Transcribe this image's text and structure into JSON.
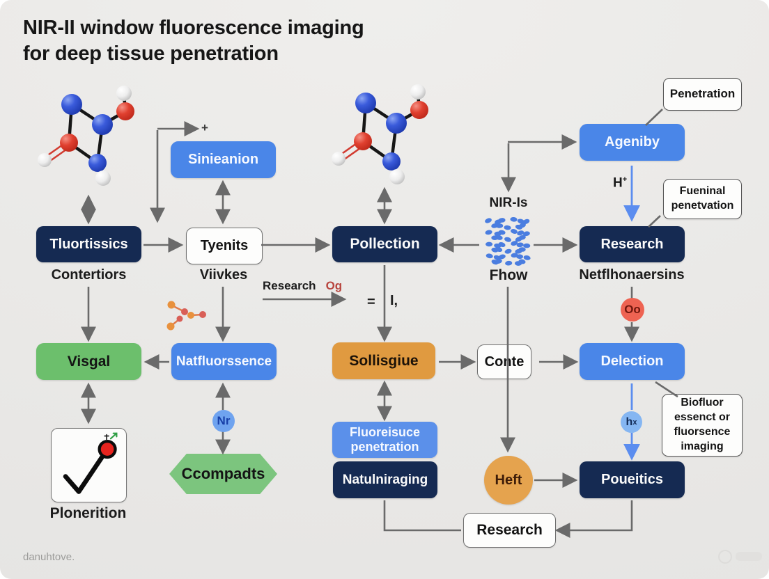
{
  "title": {
    "line1": "NIR-II window fluorescence imaging",
    "line2": "for deep tissue penetration"
  },
  "watermark": "danuhtove.",
  "colors": {
    "background": "#eae9e7",
    "navy": "#152a52",
    "blue": "#4a86e8",
    "light_blue_box": "#5b90ea",
    "green": "#6cbf6c",
    "hex_green": "#7cc57e",
    "orange": "#e09a40",
    "heft_orange": "#e5a34e",
    "red_badge": "#ee6352",
    "nr_badge_blue": "#6fa3ef",
    "hx_badge_blue": "#85b6f2",
    "arrow_gray": "#6a6a6a",
    "blue_arrow": "#5b8def",
    "red_text": "#b8463f",
    "dot_blue": "#4a7de0"
  },
  "nodes": {
    "sinieanion": {
      "label": "Sinieanion"
    },
    "tluortissics": {
      "label": "Tluortissics",
      "caption": "Contertiors"
    },
    "tyenits": {
      "label": "Tyenits",
      "caption": "Viivkes"
    },
    "pollection": {
      "label": "Pollection"
    },
    "nir_cluster": {
      "top_label": "NIR-Is",
      "bottom_label": "Fhow"
    },
    "research_node": {
      "label": "Research",
      "caption": "Netflhonaersins"
    },
    "penetration_callout": {
      "label": "Penetration"
    },
    "ageniby": {
      "label": "Ageniby"
    },
    "h_plus": {
      "base": "H",
      "sup": "+"
    },
    "fueninal_callout": {
      "line1": "Fueninal",
      "line2": "penetvation"
    },
    "research_og": {
      "label": "Research",
      "suffix": "Og"
    },
    "equation": {
      "equals": "=",
      "term": "I,"
    },
    "plus_sign": "+",
    "visgal": {
      "label": "Visgal"
    },
    "natfluorssence": {
      "label": "Natfluorssence"
    },
    "sollisgiue": {
      "label": "Sollisgiue"
    },
    "conte": {
      "label": "Conte"
    },
    "delection": {
      "label": "Delection"
    },
    "oo_badge": {
      "label": "Oo"
    },
    "nr_badge": {
      "label": "Nr"
    },
    "hx_badge": {
      "base": "h",
      "sub": "x"
    },
    "ccompadts": {
      "label": "Ccompadts"
    },
    "plonerition": {
      "caption": "Plonerition"
    },
    "fluoresuce": {
      "line1": "Fluoreisuce",
      "line2": "penetration"
    },
    "natulniraging": {
      "label": "Natulniraging"
    },
    "heft": {
      "label": "Heft"
    },
    "poueitics": {
      "label": "Poueitics"
    },
    "biofluor_callout": {
      "line1": "Biofluor",
      "line2": "essenct or",
      "line3": "fluorsence",
      "line4": "imaging"
    },
    "research_bottom": {
      "label": "Research"
    }
  }
}
